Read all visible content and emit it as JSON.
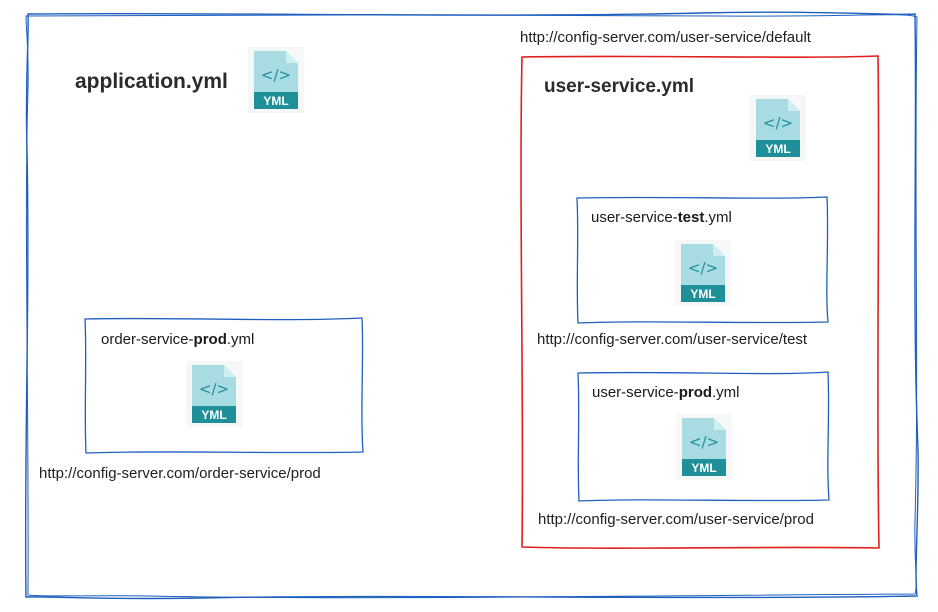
{
  "root": {
    "title": "application.yml",
    "icon": "yml-file-icon"
  },
  "order_prod": {
    "name_prefix": "order-service-",
    "name_bold": "prod",
    "name_suffix": ".yml",
    "url": "http://config-server.com/order-service/prod",
    "icon": "yml-file-icon"
  },
  "user_service": {
    "url": "http://config-server.com/user-service/default",
    "title": "user-service.yml",
    "icon": "yml-file-icon",
    "test": {
      "name_prefix": "user-service-",
      "name_bold": "test",
      "name_suffix": ".yml",
      "url": "http://config-server.com/user-service/test",
      "icon": "yml-file-icon"
    },
    "prod": {
      "name_prefix": "user-service-",
      "name_bold": "prod",
      "name_suffix": ".yml",
      "url": "http://config-server.com/user-service/prod",
      "icon": "yml-file-icon"
    }
  },
  "icon_text": "YML",
  "icon_code": "</>",
  "colors": {
    "outer_border": "#1f5fbf",
    "user_service_border": "#e02020",
    "box_border": "#1f5fbf",
    "icon_light": "#a9dbe3",
    "icon_fold": "#cfeef2",
    "icon_band": "#1f8f9a",
    "icon_glyph": "#1f8f9a"
  }
}
